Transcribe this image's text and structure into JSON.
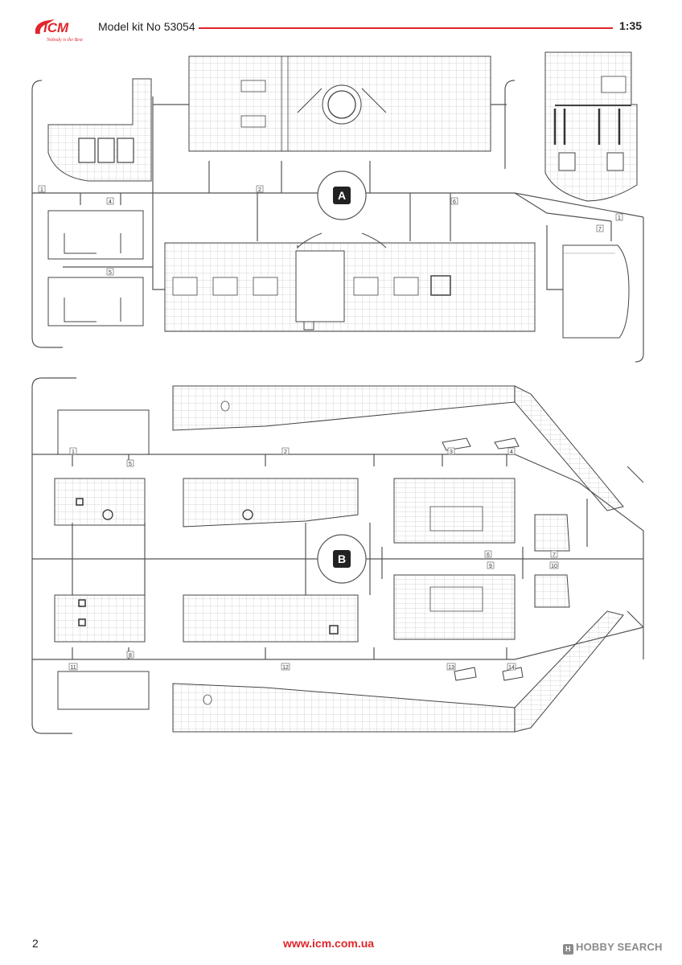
{
  "header": {
    "logo_text": "ICM",
    "logo_slogan": "Nobody is the Best",
    "kit_title": "Model kit No 53054",
    "scale": "1:35"
  },
  "sprues": [
    {
      "letter": "A",
      "part_numbers": [
        "1",
        "2",
        "4",
        "5",
        "6",
        "7",
        "1"
      ]
    },
    {
      "letter": "B",
      "part_numbers": [
        "1",
        "2",
        "3",
        "4",
        "5",
        "6",
        "7",
        "8",
        "9",
        "10",
        "11",
        "12",
        "13",
        "14"
      ]
    }
  ],
  "footer": {
    "page_number": "2",
    "url": "www.icm.com.ua",
    "watermark_icon": "H",
    "watermark": "HOBBY SEARCH"
  },
  "colors": {
    "accent": "#e0252b",
    "line": "#444444",
    "sprue_badge": "#222222"
  }
}
